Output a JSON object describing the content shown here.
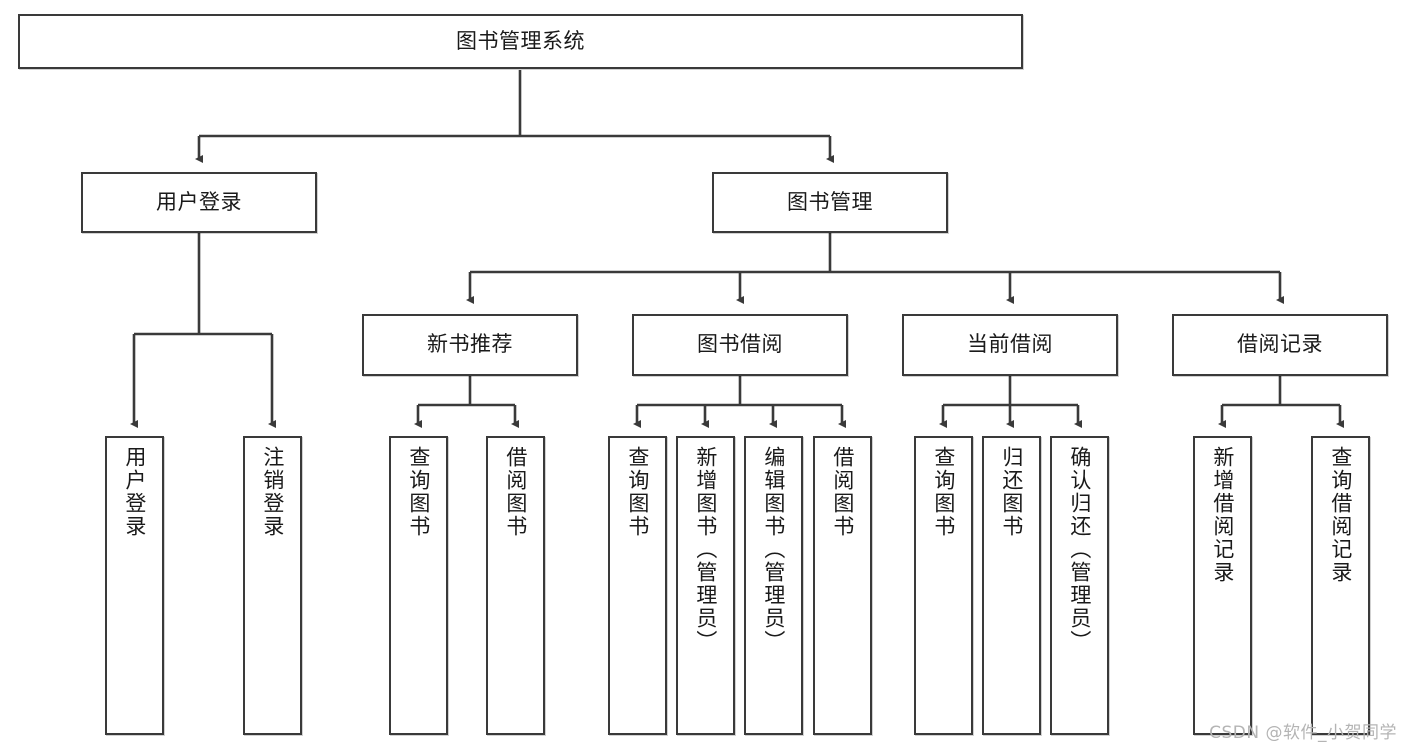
{
  "diagram": {
    "title": "图书管理系统",
    "type": "tree-hierarchy-chart",
    "root": {
      "id": "root",
      "label": "图书管理系统"
    },
    "level2": [
      {
        "id": "user-login",
        "label": "用户登录"
      },
      {
        "id": "book-management",
        "label": "图书管理"
      }
    ],
    "level3": [
      {
        "id": "new-book-recommend",
        "label": "新书推荐",
        "parent": "book-management"
      },
      {
        "id": "book-borrow",
        "label": "图书借阅",
        "parent": "book-management"
      },
      {
        "id": "current-borrow",
        "label": "当前借阅",
        "parent": "book-management"
      },
      {
        "id": "borrow-record",
        "label": "借阅记录",
        "parent": "book-management"
      }
    ],
    "leaves": {
      "user_login": [
        {
          "id": "leaf-user-login",
          "label": "用户登录"
        },
        {
          "id": "leaf-logout-login",
          "label": "注销登录"
        }
      ],
      "new_book_recommend": [
        {
          "id": "leaf-query-book-1",
          "label": "查询图书"
        },
        {
          "id": "leaf-borrow-book-1",
          "label": "借阅图书"
        }
      ],
      "book_borrow": [
        {
          "id": "leaf-query-book-2",
          "label": "查询图书"
        },
        {
          "id": "leaf-add-book",
          "label": "新增图书（管理员）"
        },
        {
          "id": "leaf-edit-book",
          "label": "编辑图书（管理员）"
        },
        {
          "id": "leaf-borrow-book-2",
          "label": "借阅图书"
        }
      ],
      "current_borrow": [
        {
          "id": "leaf-query-book-3",
          "label": "查询图书"
        },
        {
          "id": "leaf-return-book",
          "label": "归还图书"
        },
        {
          "id": "leaf-confirm-return",
          "label": "确认归还（管理员）"
        }
      ],
      "borrow_record": [
        {
          "id": "leaf-add-record",
          "label": "新增借阅记录"
        },
        {
          "id": "leaf-query-record",
          "label": "查询借阅记录"
        }
      ]
    }
  },
  "watermark": {
    "text": "CSDN @软件_小贺同学"
  },
  "colors": {
    "border": "#3a3a3a",
    "background": "#ffffff",
    "text": "#1a1a1a",
    "link": "#3a3a3a",
    "watermark": "#b4b4b4"
  }
}
